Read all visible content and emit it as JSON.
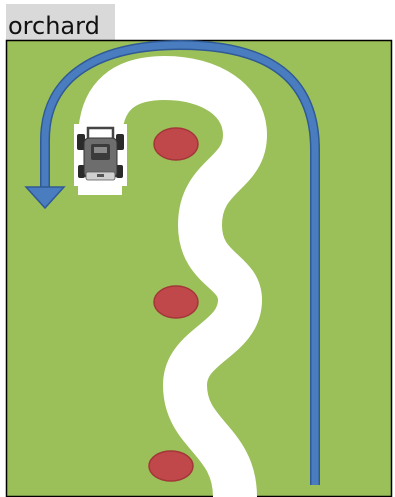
{
  "title": "orchard",
  "colors": {
    "grass": "#9bbf59",
    "field_border": "#000000",
    "mowed_path": "#ffffff",
    "direction_arrow": "#4a7cc0",
    "direction_arrow_outline": "#2f5a95",
    "tree": "#c0484a",
    "tree_outline": "#a33638",
    "title_background": "#d9d9d9"
  },
  "icons": {
    "mower": "lawn-mower-icon",
    "arrow": "arrow-down-icon",
    "tree": "tree-marker"
  },
  "trees": [
    {
      "name": "tree-1"
    },
    {
      "name": "tree-2"
    },
    {
      "name": "tree-3"
    }
  ]
}
